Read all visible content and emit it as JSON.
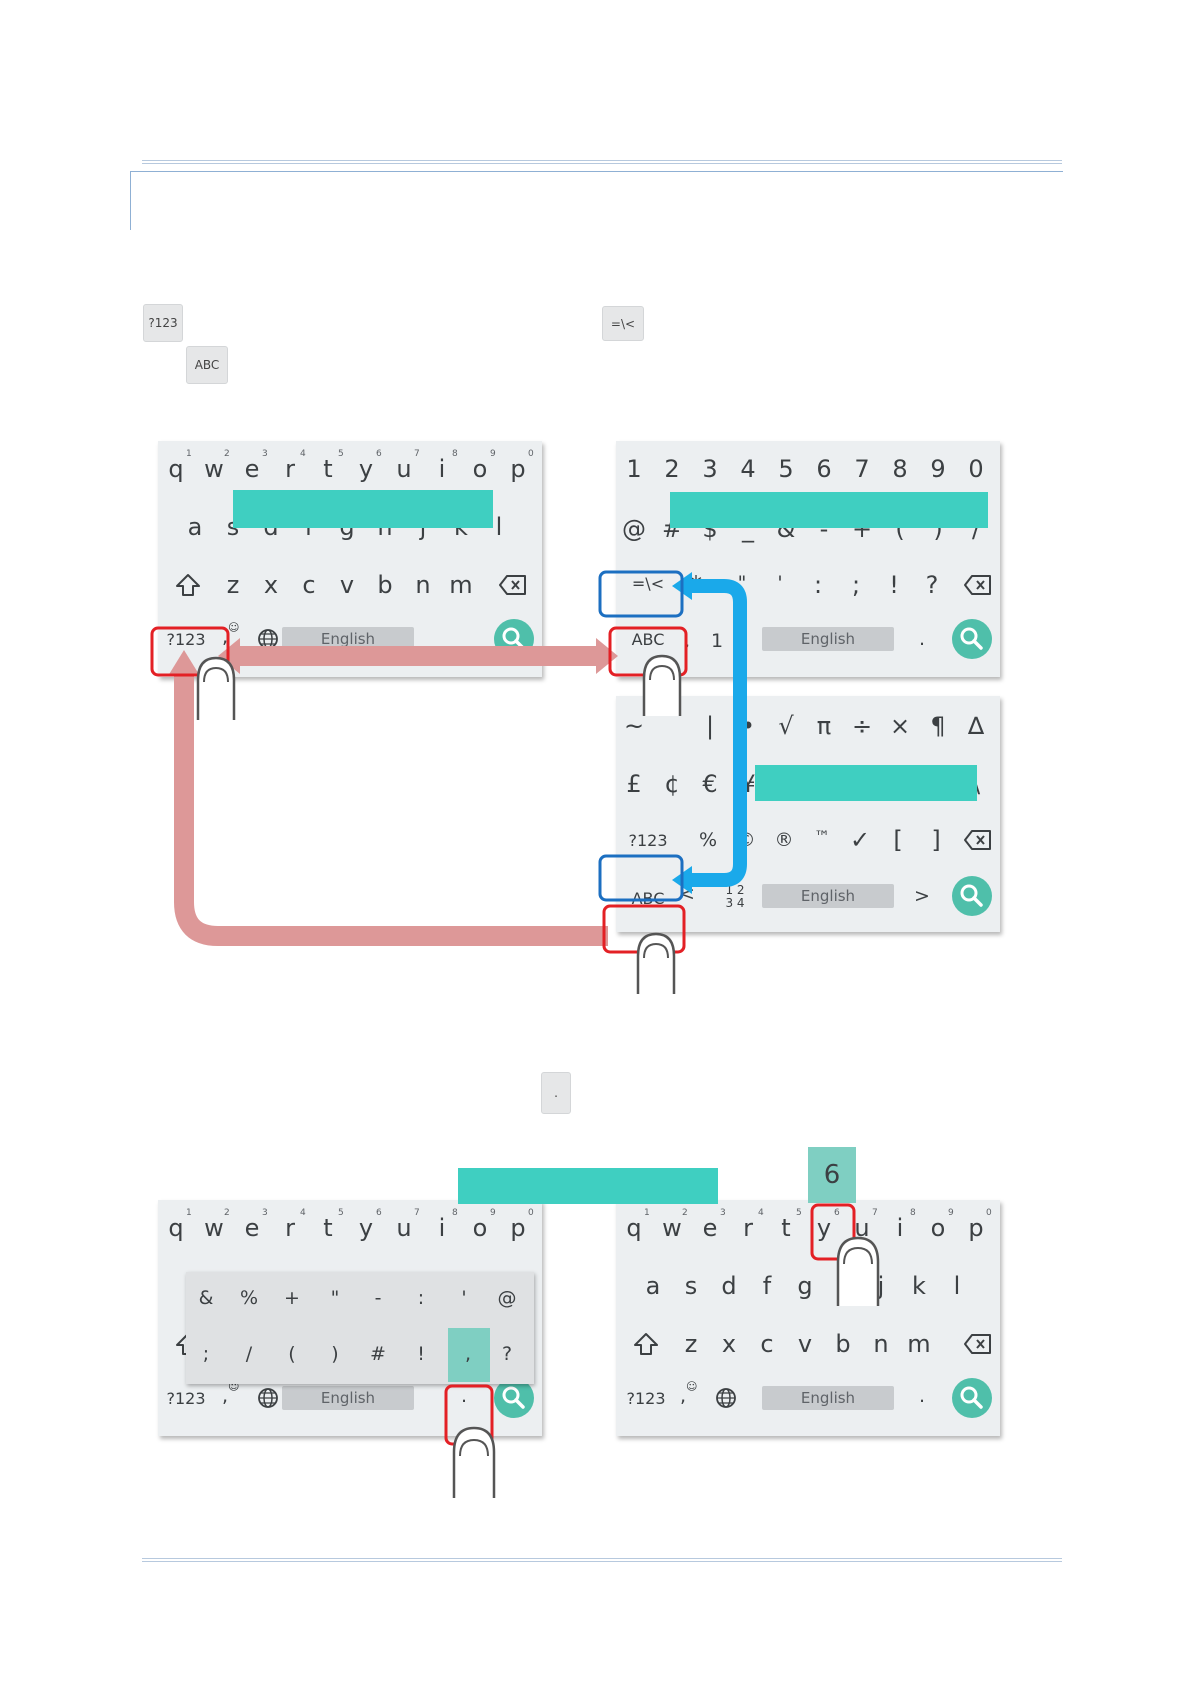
{
  "pills": {
    "sym": "?123",
    "more": "=\\<",
    "abc": "ABC",
    "period": "."
  },
  "qwerty": {
    "row1": [
      "q",
      "w",
      "e",
      "r",
      "t",
      "y",
      "u",
      "i",
      "o",
      "p"
    ],
    "hints": [
      "1",
      "2",
      "3",
      "4",
      "5",
      "6",
      "7",
      "8",
      "9",
      "0"
    ],
    "row2": [
      "a",
      "s",
      "d",
      "f",
      "g",
      "h",
      "j",
      "k",
      "l"
    ],
    "row3": [
      "z",
      "x",
      "c",
      "v",
      "b",
      "n",
      "m"
    ]
  },
  "symbols": {
    "row1": [
      "1",
      "2",
      "3",
      "4",
      "5",
      "6",
      "7",
      "8",
      "9",
      "0"
    ],
    "row2": [
      "@",
      "#",
      "$",
      "_",
      "&",
      "-",
      "+",
      "(",
      ")",
      "/"
    ],
    "row3": [
      "\"",
      "'",
      ":",
      ";",
      "!",
      "?"
    ],
    "more_label": "=\\<",
    "row4": [
      ",",
      "1"
    ]
  },
  "more_symbols": {
    "row1": [
      "~",
      "`",
      "|",
      "•",
      "√",
      "π",
      "÷",
      "×",
      "¶",
      "∆"
    ],
    "row2": [
      "£",
      "¢",
      "€",
      "¥",
      "^",
      "°",
      "=",
      "{",
      "}",
      "\\"
    ],
    "row3": [
      "%",
      "©",
      "®",
      "™",
      "✓",
      "[",
      "]"
    ],
    "sym_label": "?123",
    "abc_label": "ABC",
    "lt": "<",
    "gt": ">",
    "numpad_top": "1 2",
    "numpad_bottom": "3 4"
  },
  "bottom": {
    "sym": "?123",
    "abc": "ABC",
    "space": "English",
    "period": ".",
    "comma": ","
  },
  "popup": {
    "row1": [
      "&",
      "%",
      "+",
      "\"",
      "-",
      ":",
      "'",
      "@"
    ],
    "row2": [
      ";",
      "/",
      "(",
      ")",
      "#",
      "!",
      ",",
      "?"
    ]
  },
  "preview_key": "6",
  "colors": {
    "teal_box": "#3fcfc1",
    "accent": "#4fbfaa",
    "red": "#e32025",
    "blue": "#1c6fc1",
    "cyan_arrow": "#1aa9ea",
    "pink_arrow": "#dd9898"
  }
}
